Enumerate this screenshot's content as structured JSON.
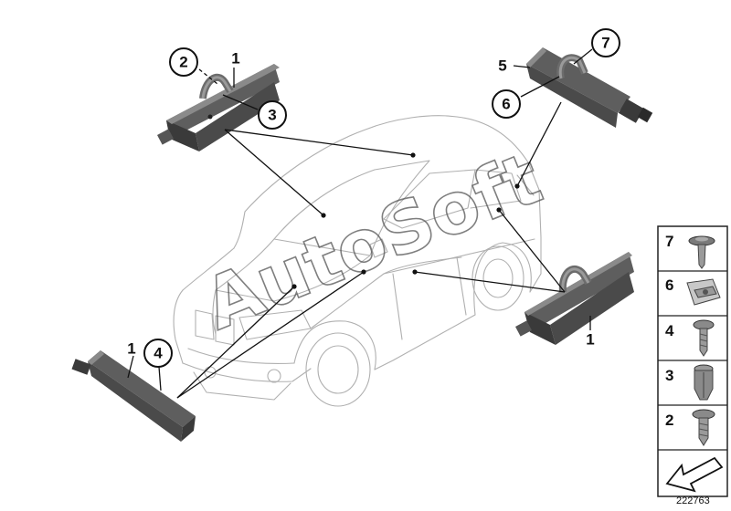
{
  "diagram": {
    "watermark": "AutoSoft",
    "reference_number": "222763",
    "callouts": [
      {
        "id": "c2",
        "label": "2",
        "circled": true
      },
      {
        "id": "c1a",
        "label": "1",
        "circled": false
      },
      {
        "id": "c3",
        "label": "3",
        "circled": true
      },
      {
        "id": "c5",
        "label": "5",
        "circled": false
      },
      {
        "id": "c7",
        "label": "7",
        "circled": true
      },
      {
        "id": "c6",
        "label": "6",
        "circled": true
      },
      {
        "id": "c1b",
        "label": "1",
        "circled": false
      },
      {
        "id": "c4",
        "label": "4",
        "circled": true
      },
      {
        "id": "c1c",
        "label": "1",
        "circled": false
      }
    ],
    "parts_legend": [
      {
        "number": "7",
        "icon": "torx-screw-icon"
      },
      {
        "number": "6",
        "icon": "spring-nut-icon"
      },
      {
        "number": "4",
        "icon": "screw-icon"
      },
      {
        "number": "3",
        "icon": "expanding-rivet-icon"
      },
      {
        "number": "2",
        "icon": "tapping-screw-icon"
      },
      {
        "number": "",
        "icon": "direction-arrow-icon"
      }
    ]
  }
}
